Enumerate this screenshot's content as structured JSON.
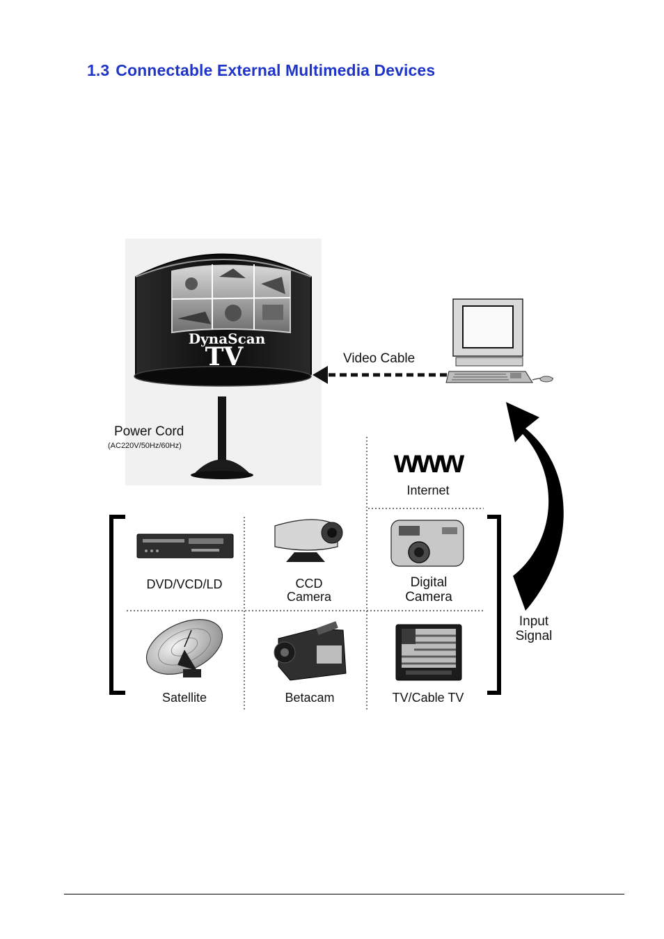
{
  "section": {
    "number": "1.3",
    "title": "Connectable External Multimedia Devices"
  },
  "figure": {
    "tv_brand": "DynaScan",
    "tv_model": "TV",
    "video_cable": "Video Cable",
    "power_cord": "Power Cord",
    "power_spec": "(AC220V/50Hz/60Hz)",
    "www_mark": "www",
    "internet": "Internet",
    "input_signal_line1": "Input",
    "input_signal_line2": "Signal",
    "devices": {
      "dvd": "DVD/VCD/LD",
      "ccd_line1": "CCD",
      "ccd_line2": "Camera",
      "digital_line1": "Digital",
      "digital_line2": "Camera",
      "satellite": "Satellite",
      "betacam": "Betacam",
      "tv_cable": "TV/Cable TV"
    }
  }
}
